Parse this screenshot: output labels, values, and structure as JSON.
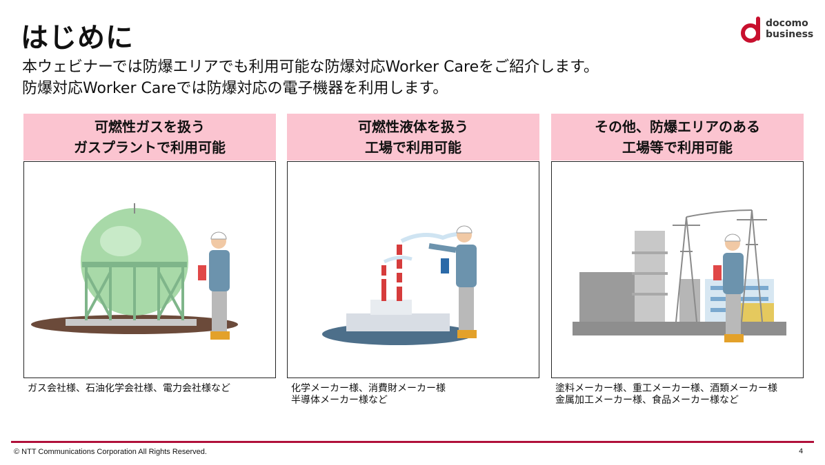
{
  "title": "はじめに",
  "logo": {
    "line1": "docomo",
    "line2": "business",
    "color": "#c8102e"
  },
  "intro": {
    "line1": "本ウェビナーでは防爆エリアでも利用可能な防爆対応Worker Careをご紹介します。",
    "line2": "防爆対応Worker Careでは防爆対応の電子機器を利用します。"
  },
  "cards": [
    {
      "header1": "可燃性ガスを扱う",
      "header2": "ガスプラントで利用可能",
      "caption1": "ガス会社様、石油化学会社様、電力会社様など",
      "caption2": ""
    },
    {
      "header1": "可燃性液体を扱う",
      "header2": "工場で利用可能",
      "caption1": "化学メーカー様、消費財メーカー様",
      "caption2": "半導体メーカー様など"
    },
    {
      "header1": "その他、防爆エリアのある",
      "header2": "工場等で利用可能",
      "caption1": "塗料メーカー様、重工メーカー様、酒類メーカー様",
      "caption2": "金属加工メーカー様、食品メーカー様など"
    }
  ],
  "footer": {
    "copyright": "© NTT Communications Corporation All Rights Reserved.",
    "page": "4"
  },
  "colors": {
    "header_bg": "#fbc4d0",
    "footer_line": "#b0103a"
  }
}
